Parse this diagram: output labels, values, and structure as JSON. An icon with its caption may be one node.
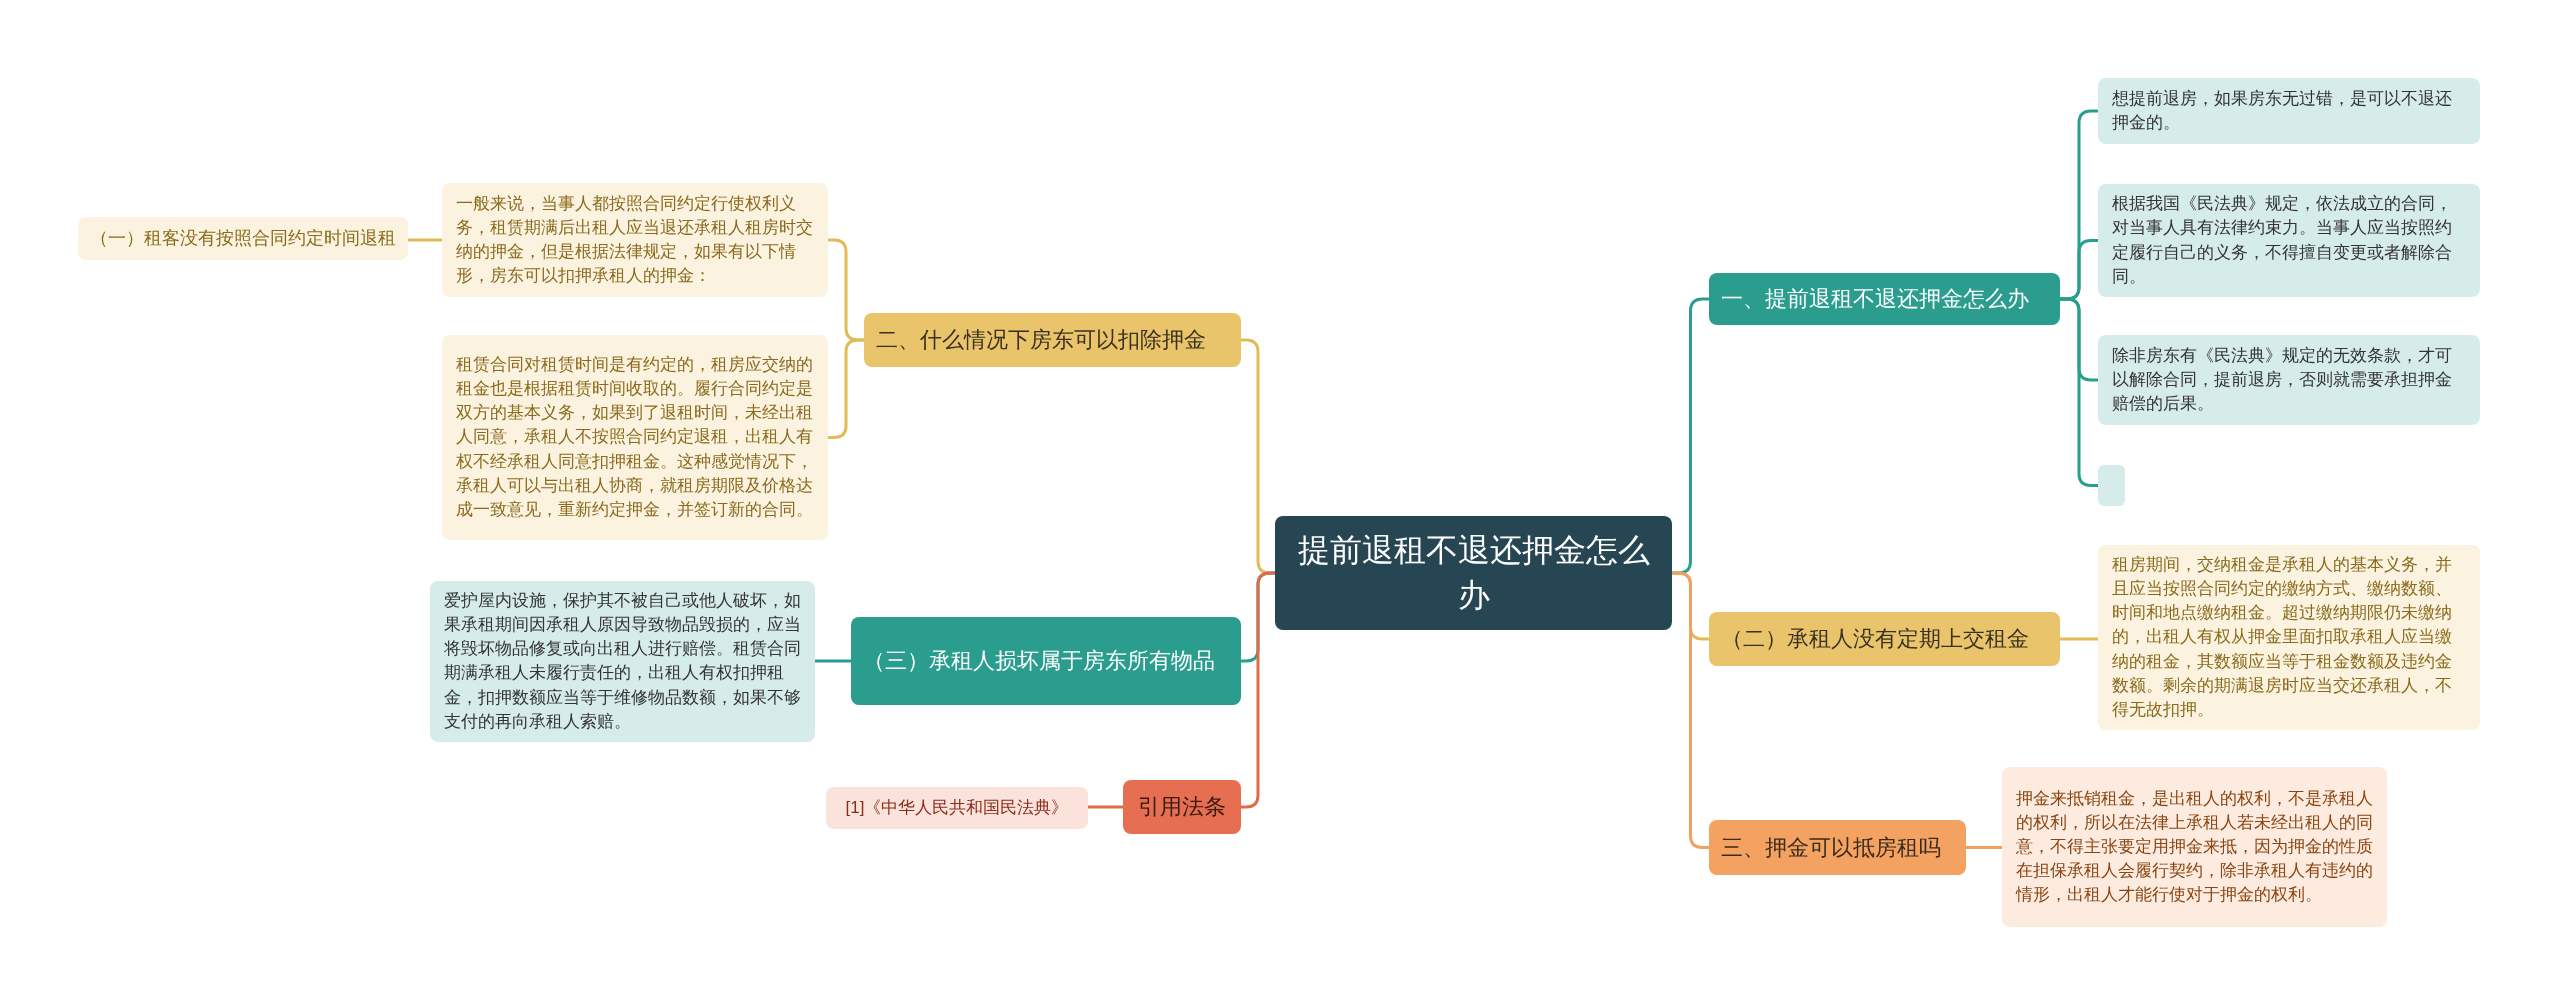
{
  "diagram": {
    "nodes": [
      {
        "text": [
          "提前退租不退还押金怎么办"
        ]
      },
      {
        "text": [
          "一、提前退租不退还押金怎么办"
        ]
      },
      {
        "text": [
          "想提前退房，如果房东无过错，是可以不退还押金的。"
        ]
      },
      {
        "text": [
          "根据我国《民法典》规定，依法成立的合同，对当事人具有法律约束力。当事人应当按照约定履行自己的义务，不得擅自变更或者解除合同。"
        ]
      },
      {
        "text": [
          "除非房东有《民法典》规定的无效条款，才可以解除合同，提前退房，否则就需要承担押金赔偿的后果。"
        ]
      },
      {
        "text": [],
        "shape": "box"
      },
      {
        "text": [
          "（二）承租人没有定期上交租金"
        ]
      },
      {
        "text": [
          "租房期间，交纳租金是承租人的基本义务，并且应当按照合同约定的缴纳方式、缴纳数额、时间和地点缴纳租金。超过缴纳期限仍未缴纳的，出租人有权从押金里面扣取承租人应当缴纳的租金，其数额应当等于租金数额及违约金数额。剩余的期满退房时应当交还承租人，不得无故扣押。"
        ]
      },
      {
        "text": [
          "三、押金可以抵房租吗"
        ]
      },
      {
        "text": [
          "押金来抵销租金，是出租人的权利，不是承租人的权利，所以在法律上承租人若未经出租人的同意，不得主张要定用押金来抵，因为押金的性质在担保承租人会履行契约，除非承租人有违约的情形，出租人才能行使对于押金的权利。"
        ]
      },
      {
        "text": [
          "二、什么情况下房东可以扣除押金"
        ]
      },
      {
        "text": [
          "一般来说，当事人都按照合同约定行使权利义务，租赁期满后出租人应当退还承租人租房时交纳的押金，但是根据法律规定，如果有以下情形，房东可以扣押承租人的押金："
        ]
      },
      {
        "text": [
          "（一）租客没有按照合同约定时间退租"
        ]
      },
      {
        "text": [
          "租赁合同对租赁时间是有约定的，租房应交纳的租金也是根据租赁时间收取的。履行合同约定是双方的基本义务，如果到了退租时间，未经出租人同意，承租人不按照合同约定退租，出租人有权不经承租人同意扣押租金。这种感觉情况下，承租人可以与出租人协商，就租房期限及价格达成一致意见，重新约定押金，并签订新的合同。"
        ]
      },
      {
        "text": [
          "（三）承租人损坏属于房东所有物品"
        ]
      },
      {
        "text": [
          "爱护屋内设施，保护其不被自己或他人破坏，如果承租期间因承租人原因导致物品毁损的，应当将毁坏物品修复或向出租人进行赔偿。租赁合同期满承租人未履行责任的，出租人有权扣押租金，扣押数额应当等于维修物品数额，如果不够支付的再向承租人索赔。"
        ]
      },
      {
        "text": [
          "引用法条"
        ]
      },
      {
        "text": [
          "[1]《中华人民共和国民法典》"
        ]
      }
    ],
    "edges": [
      {
        "from": 0,
        "to": 1,
        "arrow": "none"
      },
      {
        "from": 1,
        "to": 2,
        "arrow": "none"
      },
      {
        "from": 1,
        "to": 3,
        "arrow": "none"
      },
      {
        "from": 1,
        "to": 4,
        "arrow": "none"
      },
      {
        "from": 1,
        "to": 5,
        "arrow": "none"
      },
      {
        "from": 0,
        "to": 6,
        "arrow": "none",
        "color": "#e2bb55"
      },
      {
        "from": 6,
        "to": 7,
        "arrow": "none",
        "color": "#e2bb55"
      },
      {
        "from": 0,
        "to": 8,
        "arrow": "none",
        "color": "#f0a060"
      },
      {
        "from": 8,
        "to": 9,
        "arrow": "none",
        "color": "#f0a060"
      },
      {
        "from": 0,
        "to": 10,
        "arrow": "none",
        "color": "#e2bb55"
      },
      {
        "from": 10,
        "to": 11,
        "arrow": "none",
        "color": "#e2bb55"
      },
      {
        "from": 11,
        "to": 12,
        "arrow": "none",
        "color": "#e2bb55"
      },
      {
        "from": 10,
        "to": 13,
        "arrow": "none",
        "color": "#e2bb55"
      },
      {
        "from": 0,
        "to": 14,
        "arrow": "none"
      },
      {
        "from": 14,
        "to": 15,
        "arrow": "none"
      },
      {
        "from": 0,
        "to": 16,
        "arrow": "none",
        "color": "#e06a4a"
      },
      {
        "from": 16,
        "to": 17,
        "arrow": "none",
        "color": "#e06a4a"
      }
    ]
  }
}
